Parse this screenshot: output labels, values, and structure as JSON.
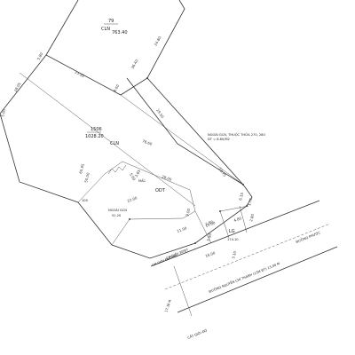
{
  "map": {
    "parcel_79": {
      "id": "79",
      "type": "CLN",
      "area": "763.40"
    },
    "parcel_1506": {
      "id": "1506",
      "area": "1028.20",
      "type": "CLN"
    },
    "inner_zone": {
      "type_1": "MẤC",
      "type_2": "ODT"
    },
    "outside_gcn_left": {
      "label": "NGOÀI GCN",
      "area": "51.20"
    },
    "lg_zone": {
      "type": "LG",
      "area": "174.10"
    },
    "outside_gcn_right": {
      "line_1": "NGOÀI GCN, THUỘC THỬA 270, 280",
      "line_2": "DT = 8.80/M2"
    },
    "left_marker": "100",
    "road_label": "ĐƯỜNG NGUYỄN CHÍ THANH (13M ĐT) 13,00 M",
    "road_tag": "ĐƯỜNG PHƯỚC",
    "ri_label_1": "CH GIỚI ĐƯỜNG",
    "ri_label_2": "CẮT GIỚI ĐỎ",
    "ri_label_3": "CH GIỚI 30/ĐT",
    "dims": {
      "d1": "5.80",
      "d2": "23.95",
      "d3": "36.40",
      "d4": "24.80",
      "d5": "18.05",
      "d6": "8.00",
      "d7": "29.50",
      "d8": "5.00",
      "d9": "23.75",
      "d10": "6.15",
      "d11": "1.75",
      "d12": "78.60",
      "d13": "28.00",
      "d14": "5.00",
      "d15": "22.00",
      "d16": "65.95",
      "d17": "50.00",
      "d18": "9.00",
      "d19": "2.80",
      "d20": "5.90",
      "d21": "3.10",
      "d22": "17.38 M",
      "d23": "11.00",
      "d24": "4.80",
      "d25": "16.00",
      "d26": "3.85",
      "d27": "2.80",
      "d28": "15.00"
    }
  }
}
